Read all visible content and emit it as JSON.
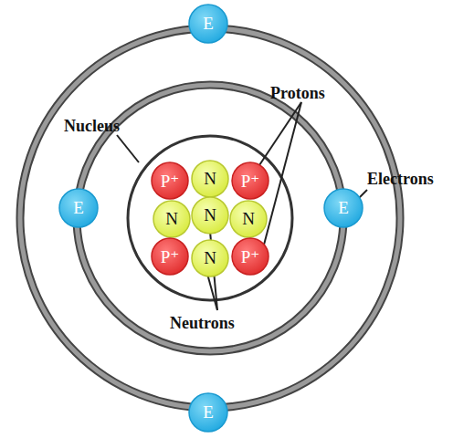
{
  "diagram": {
    "nodes": [
      {
        "text": [
          "E"
        ]
      },
      {
        "text": [
          "P⁺"
        ]
      },
      {
        "text": [
          "N"
        ]
      },
      {
        "text": [
          "P⁺"
        ]
      },
      {
        "text": [
          "E"
        ]
      },
      {
        "text": [
          "N"
        ]
      },
      {
        "text": [
          "N"
        ]
      },
      {
        "text": [
          "N"
        ]
      },
      {
        "text": [
          "E"
        ]
      },
      {
        "text": [
          "P⁺"
        ]
      },
      {
        "text": [
          "N"
        ]
      },
      {
        "text": [
          "P⁺"
        ]
      },
      {
        "text": [
          "E"
        ]
      }
    ],
    "labels": [
      "Nucleus",
      "Protons",
      "Electrons",
      "Neutrons"
    ]
  }
}
